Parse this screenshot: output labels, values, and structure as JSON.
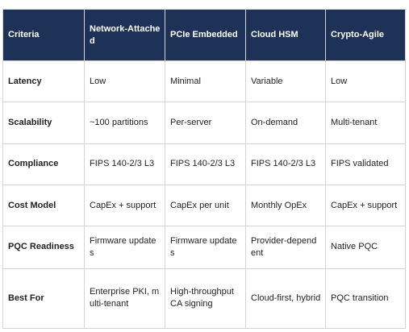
{
  "table": {
    "headers": [
      "Criteria",
      "Network-Attached",
      "PCIe Embedded",
      "Cloud HSM",
      "Crypto-Agile"
    ],
    "rows": [
      [
        "Latency",
        "Low",
        "Minimal",
        "Variable",
        "Low"
      ],
      [
        "Scalability",
        "~100 partitions",
        "Per-server",
        "On-demand",
        "Multi-tenant"
      ],
      [
        "Compliance",
        "FIPS 140-2/3 L3",
        "FIPS 140-2/3 L3",
        "FIPS 140-2/3 L3",
        "FIPS validated"
      ],
      [
        "Cost Model",
        "CapEx + support",
        "CapEx per unit",
        "Monthly OpEx",
        "CapEx + support"
      ],
      [
        "PQC Readiness",
        "Firmware updates",
        "Firmware updates",
        "Provider-dependent",
        "Native PQC"
      ],
      [
        "Best For",
        "Enterprise PKI, multi-tenant",
        "High-throughput CA signing",
        "Cloud-first, hybrid",
        "PQC transition"
      ]
    ]
  }
}
